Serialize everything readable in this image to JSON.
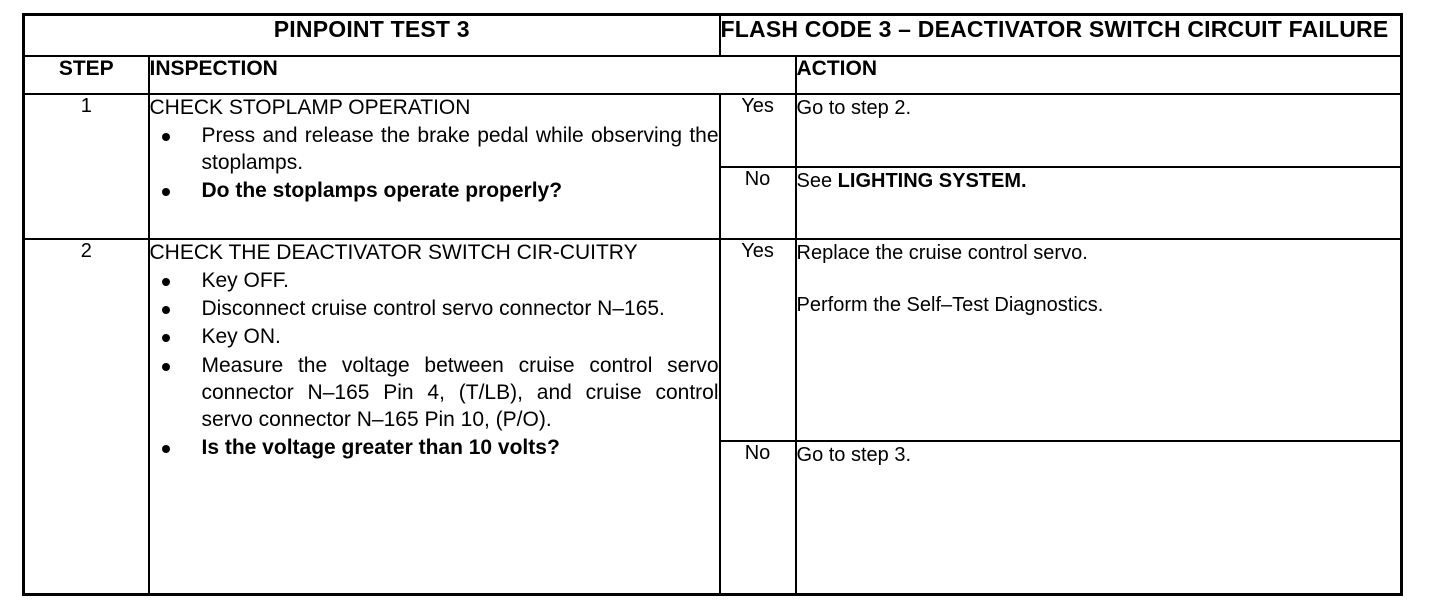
{
  "document": {
    "test_label": "PINPOINT TEST 3",
    "flash_code_title": "FLASH CODE 3 – DEACTIVATOR SWITCH CIRCUIT FAILURE"
  },
  "columns": {
    "step": "STEP",
    "inspection": "INSPECTION",
    "action": "ACTION"
  },
  "steps": [
    {
      "number": "1",
      "inspection_title": "CHECK STOPLAMP OPERATION",
      "bullets": [
        "Press and release the brake pedal while observing the stoplamps.",
        "Do the stoplamps operate properly?"
      ],
      "results": [
        {
          "label": "Yes",
          "action_prefix": "Go to step 2.",
          "action_emphasis": "",
          "action_suffix": "",
          "action_second": ""
        },
        {
          "label": "No",
          "action_prefix": "See ",
          "action_emphasis": "LIGHTING SYSTEM.",
          "action_suffix": "",
          "action_second": ""
        }
      ]
    },
    {
      "number": "2",
      "inspection_title": "CHECK THE DEACTIVATOR SWITCH CIR-CUITRY",
      "bullets": [
        "Key OFF.",
        "Disconnect cruise control servo connector N–165.",
        "Key ON.",
        "Measure the voltage between cruise control servo connector N–165 Pin 4, (T/LB), and cruise control servo connector N–165 Pin 10, (P/O).",
        "Is the voltage greater than 10 volts?"
      ],
      "results": [
        {
          "label": "Yes",
          "action_prefix": "Replace the cruise control servo.",
          "action_emphasis": "",
          "action_suffix": "",
          "action_second": "Perform the Self–Test Diagnostics."
        },
        {
          "label": "No",
          "action_prefix": "Go to step 3.",
          "action_emphasis": "",
          "action_suffix": "",
          "action_second": ""
        }
      ]
    }
  ]
}
